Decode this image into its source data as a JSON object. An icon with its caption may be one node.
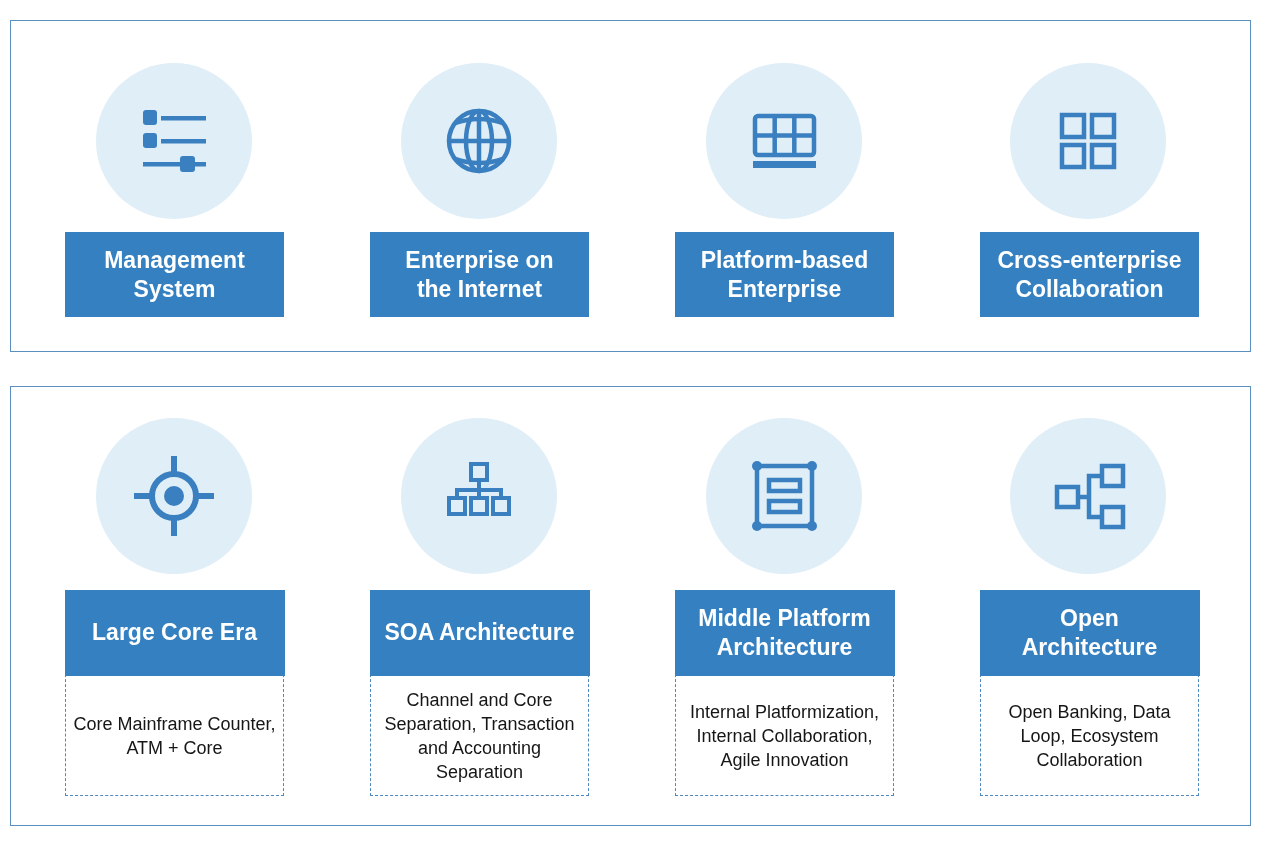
{
  "diagram": {
    "nodes": [
      {
        "text": [],
        "shape": "box"
      },
      {
        "text": [
          "Management System"
        ],
        "in": 0
      },
      {
        "text": [
          "Enterprise on the Internet"
        ],
        "in": 0
      },
      {
        "text": [
          "Platform-based Enterprise"
        ],
        "in": 0
      },
      {
        "text": [
          "Cross-enterprise Collaboration"
        ],
        "in": 0
      },
      {
        "text": [],
        "shape": "box"
      },
      {
        "text": [
          "Large Core Era",
          "Core Mainframe Counter, ATM + Core"
        ],
        "in": 5
      },
      {
        "text": [
          "SOA Architecture",
          "Channel and Core Separation, Transaction and Accounting Separation"
        ],
        "in": 5
      },
      {
        "text": [
          "Middle Platform Architecture",
          "Internal Platformization, Internal Collaboration, Agile Innovation"
        ],
        "in": 5
      },
      {
        "text": [
          "Open Architecture",
          "Open Banking, Data Loop, Ecosystem Collaboration"
        ],
        "in": 5
      }
    ],
    "edges": []
  }
}
